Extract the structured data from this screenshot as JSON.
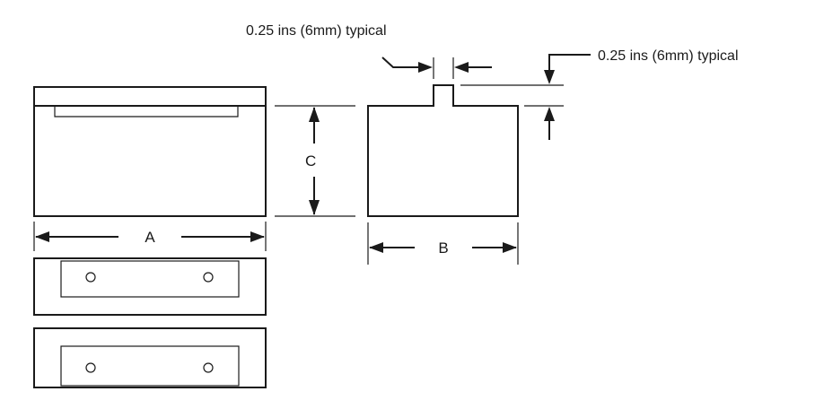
{
  "notes": {
    "gap_width": "0.25 ins (6mm) typical",
    "lip_height": "0.25 ins (6mm) typical"
  },
  "dimensions": {
    "width": "A",
    "depth": "B",
    "height": "C"
  }
}
